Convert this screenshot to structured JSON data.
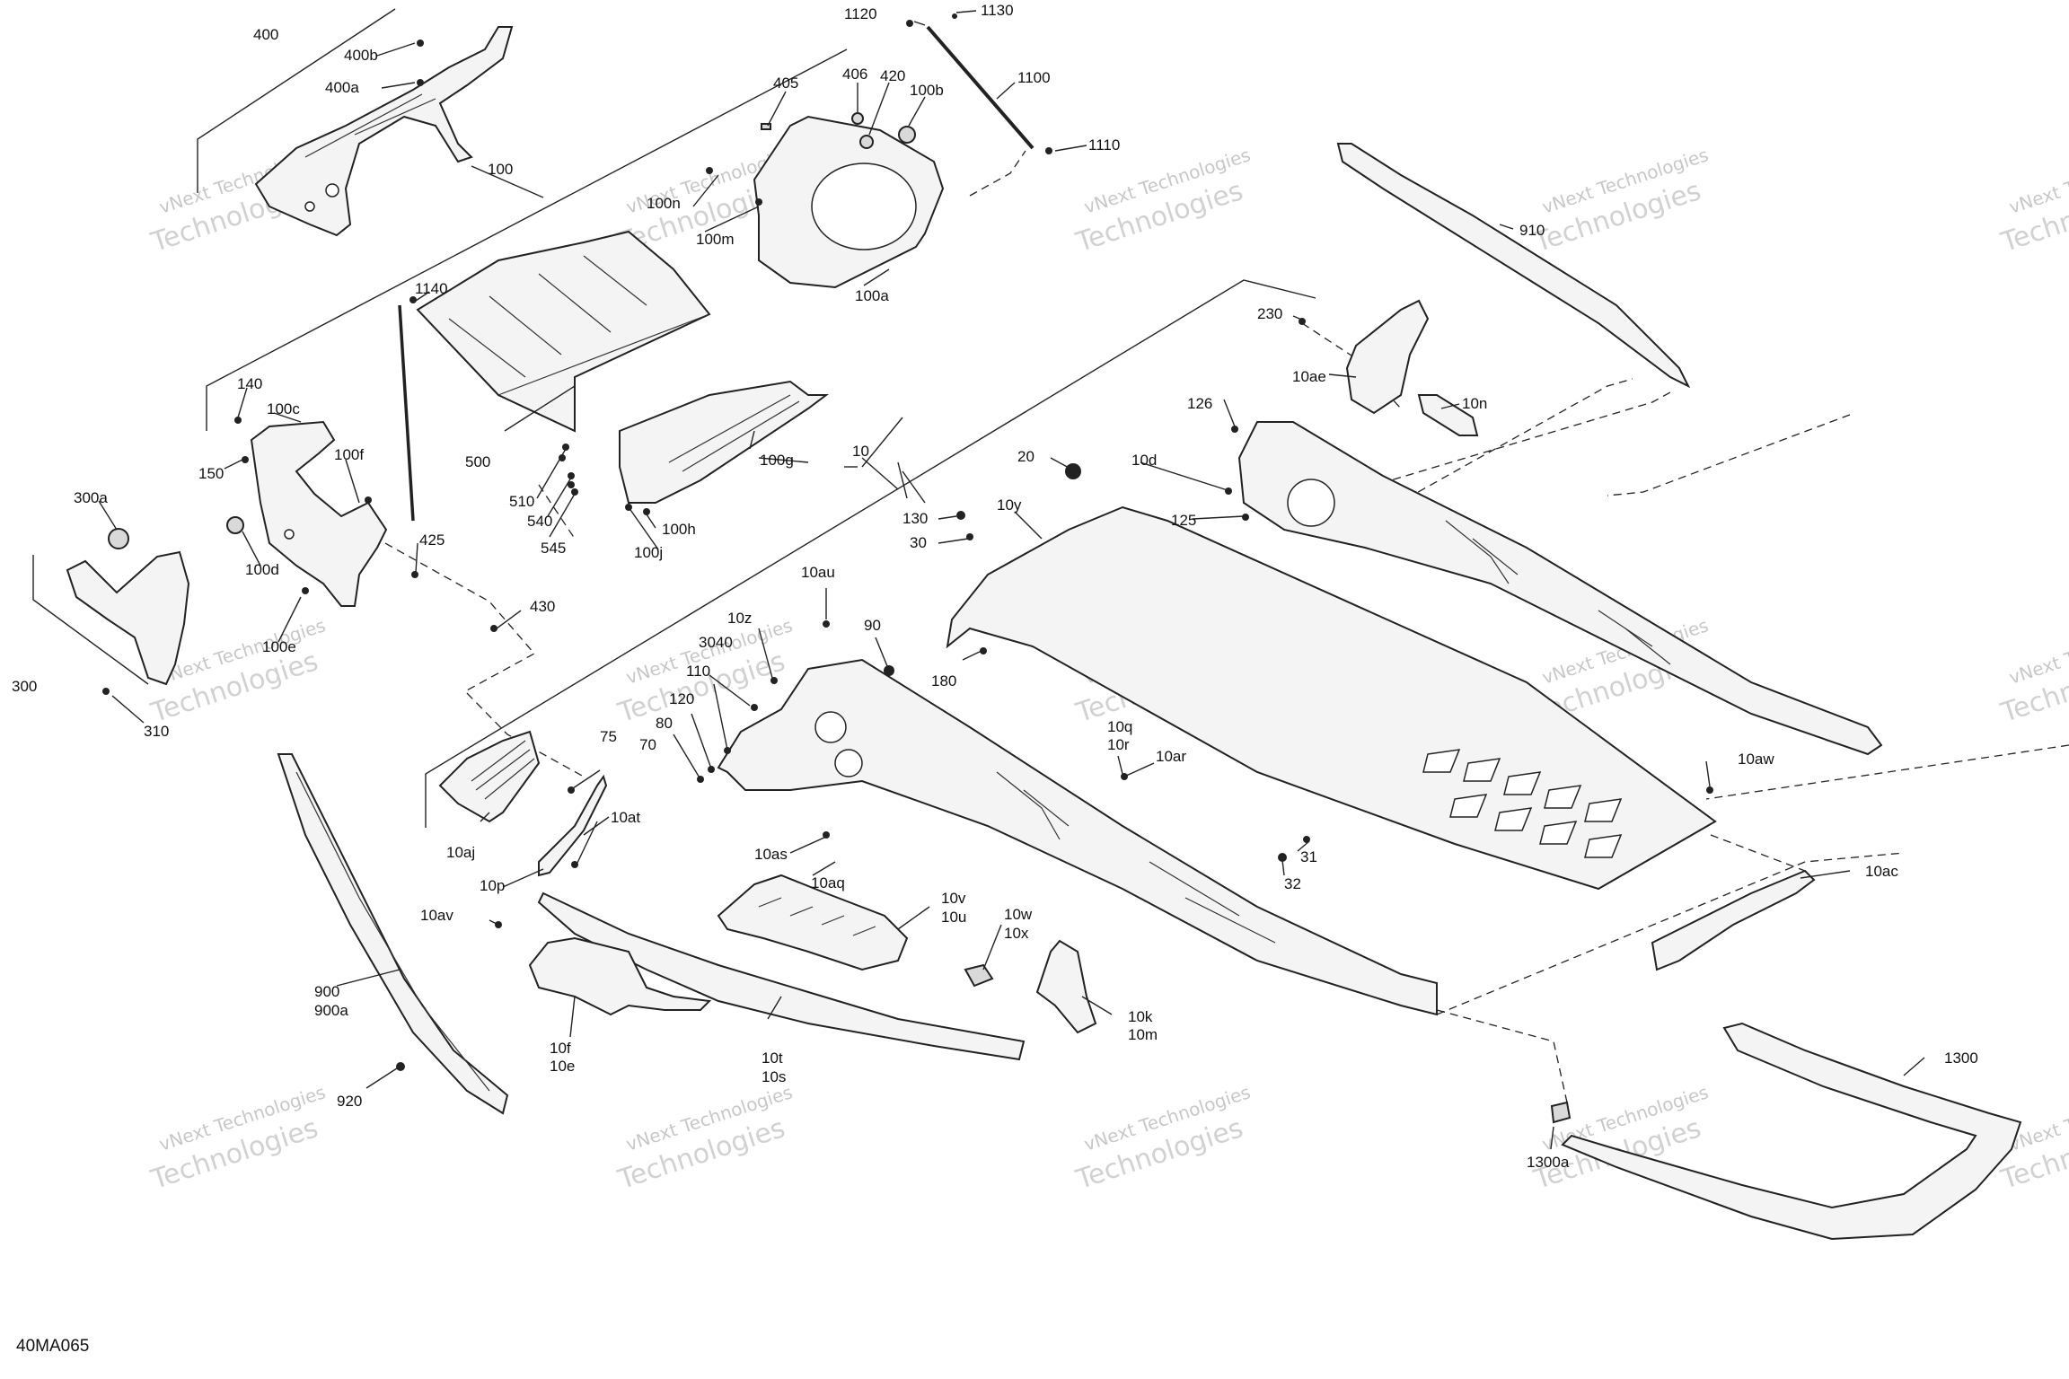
{
  "diagram": {
    "reference_code": "40MA065",
    "watermark": {
      "line1": "vNext Technologies",
      "line2": "Technologies"
    },
    "callouts": [
      "400",
      "400b",
      "400a",
      "1120",
      "1130",
      "1100",
      "1110",
      "405",
      "406",
      "420",
      "100b",
      "100",
      "100n",
      "100m",
      "100a",
      "910",
      "1140",
      "140",
      "100c",
      "150",
      "100f",
      "100d",
      "100e",
      "300a",
      "300",
      "310",
      "425",
      "430",
      "500",
      "510",
      "540",
      "545",
      "100g",
      "100h",
      "100j",
      "10",
      "230",
      "10ae",
      "10n",
      "126",
      "10d",
      "125",
      "20",
      "130",
      "30",
      "10y",
      "10au",
      "90",
      "10z",
      "3040",
      "110",
      "120",
      "80",
      "70",
      "180",
      "10q",
      "10r",
      "10ar",
      "75",
      "10aj",
      "10at",
      "10p",
      "10as",
      "10aq",
      "10av",
      "10v",
      "10u",
      "10w",
      "10x",
      "10k",
      "10m",
      "10f",
      "10e",
      "10t",
      "10s",
      "900",
      "900a",
      "920",
      "10aw",
      "31",
      "32",
      "10ac",
      "1300",
      "1300a"
    ]
  }
}
